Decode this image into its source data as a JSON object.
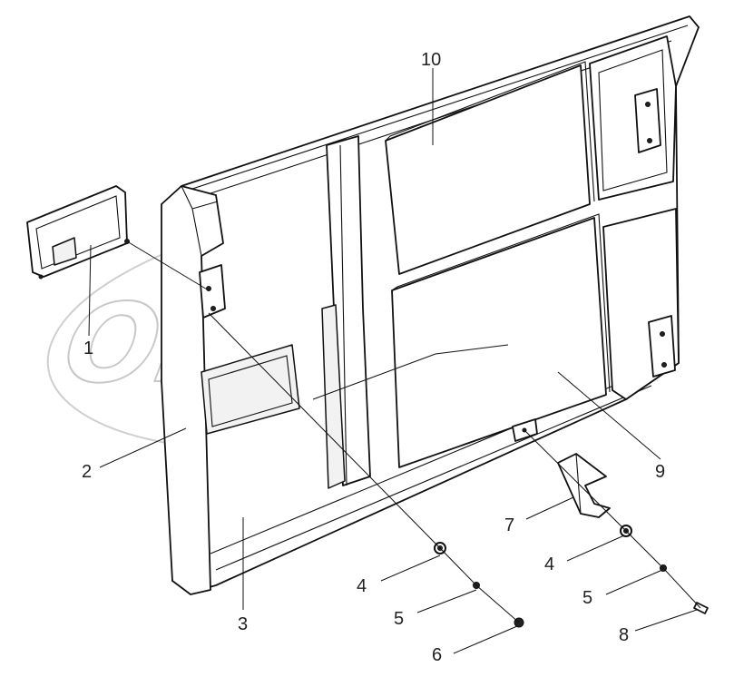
{
  "watermark": {
    "text": "OPEX"
  },
  "callouts": [
    {
      "id": "c1a",
      "label": "1"
    },
    {
      "id": "c2",
      "label": "2"
    },
    {
      "id": "c3",
      "label": "3"
    },
    {
      "id": "c4a",
      "label": "4"
    },
    {
      "id": "c4b",
      "label": "4"
    },
    {
      "id": "c5a",
      "label": "5"
    },
    {
      "id": "c5b",
      "label": "5"
    },
    {
      "id": "c6",
      "label": "6"
    },
    {
      "id": "c7",
      "label": "7"
    },
    {
      "id": "c8",
      "label": "8"
    },
    {
      "id": "c9",
      "label": "9"
    },
    {
      "id": "c10",
      "label": "10"
    }
  ]
}
